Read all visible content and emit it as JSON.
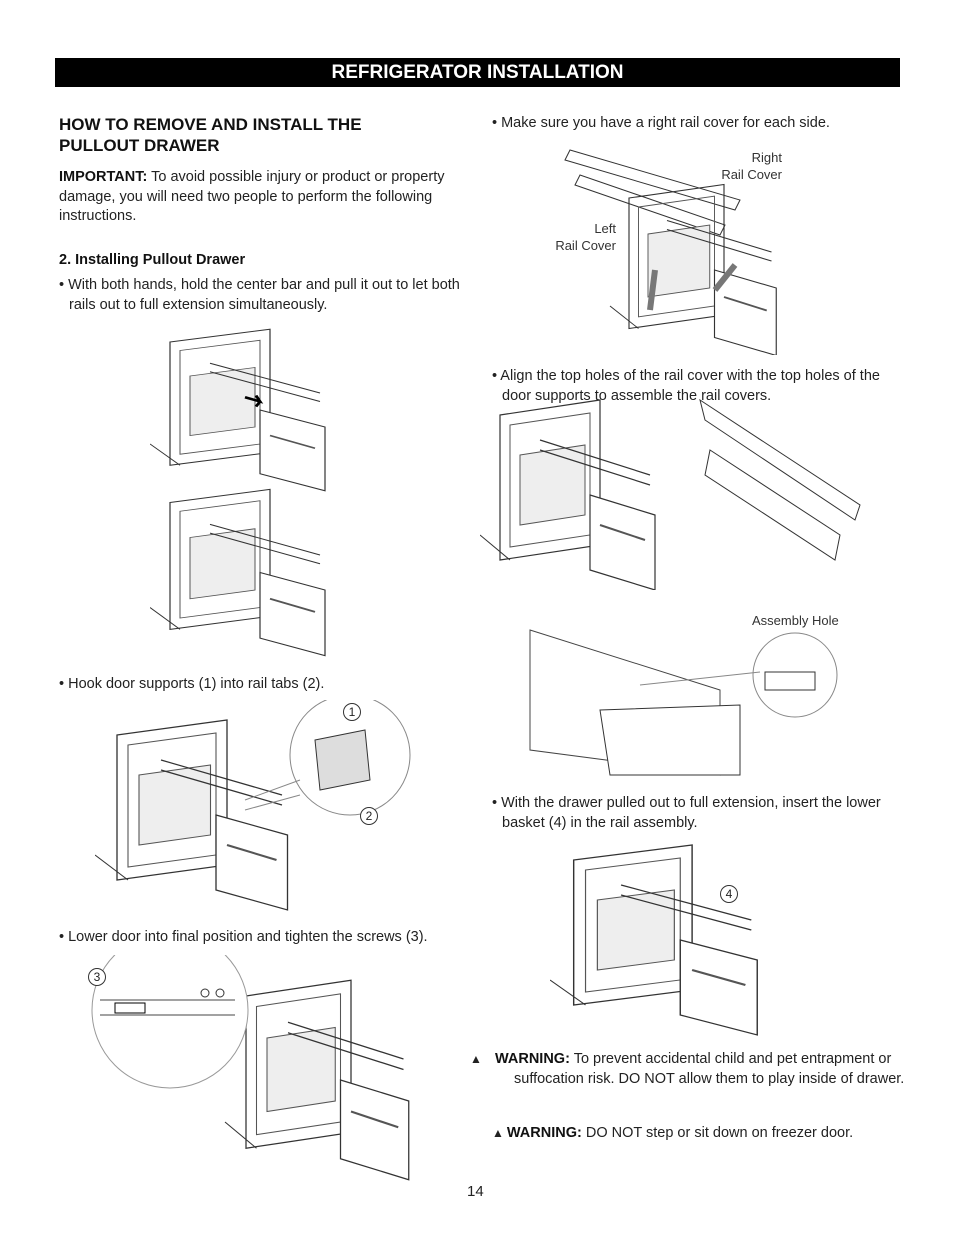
{
  "header": {
    "title": "REFRIGERATOR INSTALLATION"
  },
  "section": {
    "title_line1": "HOW TO REMOVE AND INSTALL THE",
    "title_line2": "PULLOUT DRAWER",
    "important_label": "IMPORTANT:",
    "important_text": " To avoid possible injury or product or property damage, you will need two people to perform the following instructions.",
    "subheading": "2. Installing Pullout Drawer"
  },
  "left_steps": [
    {
      "text": "• With both hands, hold the center bar and pull it out to let both rails out to full extension simultaneously."
    },
    {
      "text": "• Hook door supports (1) into rail tabs (2).",
      "callouts": [
        "1",
        "2"
      ]
    },
    {
      "text": "• Lower door into final position and tighten the screws (3).",
      "callouts": [
        "3"
      ]
    }
  ],
  "right_steps": [
    {
      "text": "• Make sure you have a right rail cover for each side.",
      "labels": {
        "right": "Right\nRail Cover",
        "right_l1": "Right",
        "right_l2": "Rail Cover",
        "left_l1": "Left",
        "left_l2": "Rail Cover"
      }
    },
    {
      "text": "• Align the top holes of the rail cover with the top holes of the door supports to assemble the rail covers.",
      "labels": {
        "assembly": "Assembly Hole"
      }
    },
    {
      "text": "• With the drawer pulled out to full extension, insert the lower basket (4) in the rail assembly.",
      "callouts": [
        "4"
      ]
    }
  ],
  "warnings": [
    {
      "icon": "warning-triangle-icon",
      "label": "WARNING:",
      "text": " To prevent accidental child and pet entrapment or suffocation risk. DO NOT allow them to play inside of drawer."
    },
    {
      "icon": "warning-triangle-icon",
      "label": "WARNING:",
      "text": " DO NOT step or sit down on freezer door."
    }
  ],
  "page_number": "14"
}
